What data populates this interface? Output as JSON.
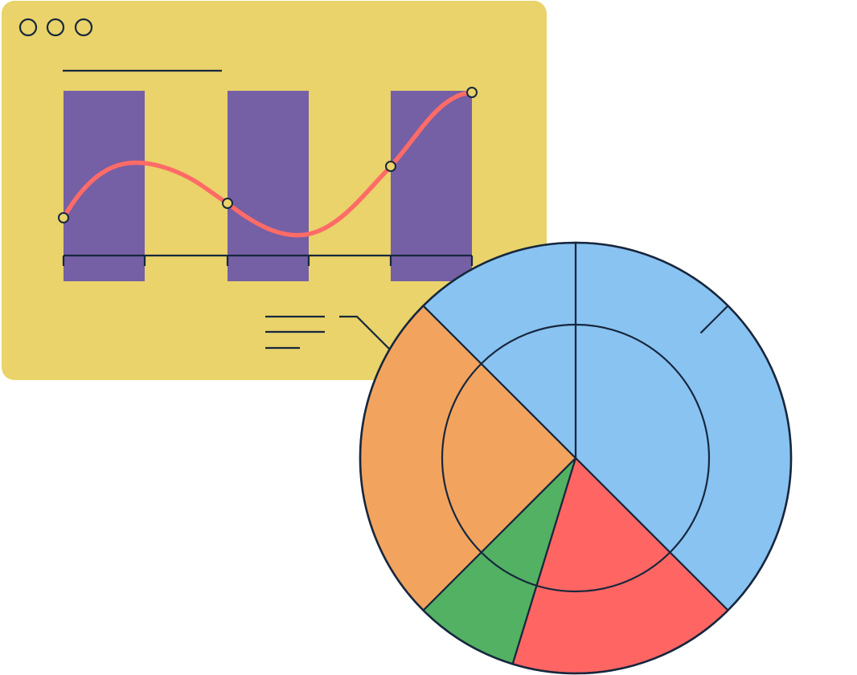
{
  "colors": {
    "window_bg": "#E9D36A",
    "bar": "#755FA5",
    "curve": "#FF6B66",
    "stroke": "#17273D",
    "pie_blue": "#89C3F2",
    "pie_orange": "#F2A45F",
    "pie_green": "#52B162",
    "pie_red": "#FF6663",
    "point_fill": "#E9D36A"
  },
  "window_controls": [
    "circle-icon",
    "circle-icon",
    "circle-icon"
  ],
  "chart_data": [
    {
      "type": "bar",
      "categories": [
        "",
        "",
        ""
      ],
      "values": [
        1,
        1,
        1
      ],
      "series": [
        {
          "values": [
            1,
            1,
            1
          ]
        }
      ],
      "line": {
        "points": [
          0.26,
          0.44,
          0.35,
          0.62,
          0.98
        ]
      },
      "title": "",
      "xlabel": "",
      "ylabel": "",
      "grid": false
    },
    {
      "type": "pie",
      "slices": [
        {
          "color": "pie_blue",
          "fraction": 0.375
        },
        {
          "color": "pie_red",
          "fraction": 0.2
        },
        {
          "color": "pie_green",
          "fraction": 0.05
        },
        {
          "color": "pie_orange",
          "fraction": 0.25
        },
        {
          "color": "pie_blue",
          "fraction": 0.125
        }
      ],
      "inner_ring": true,
      "title": ""
    }
  ]
}
